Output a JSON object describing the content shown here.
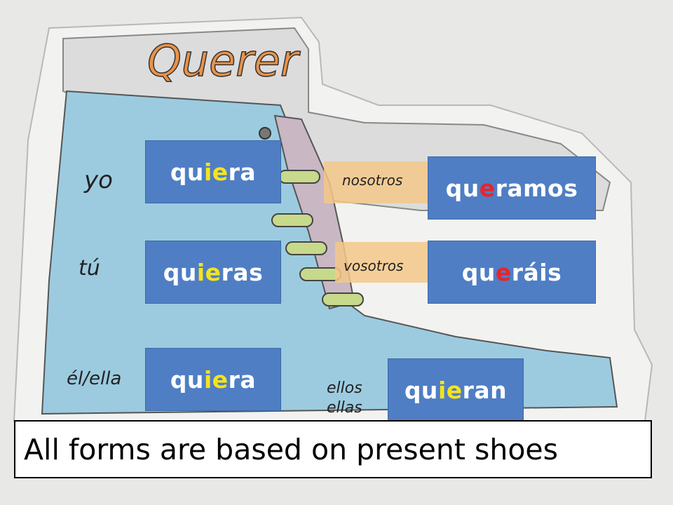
{
  "title": "Querer",
  "pronouns": {
    "yo": "yo",
    "tu": "tú",
    "el_ella": "él/ella",
    "nosotros": "nosotros",
    "vosotros": "vosotros",
    "ellos": "ellos",
    "ellas": "ellas"
  },
  "conjugations": {
    "yo": {
      "pre": "qu",
      "hl": "ie",
      "hl_color": "yellow",
      "post": "ra"
    },
    "tu": {
      "pre": "qu",
      "hl": "ie",
      "hl_color": "yellow",
      "post": "ras"
    },
    "el_ella": {
      "pre": "qu",
      "hl": "ie",
      "hl_color": "yellow",
      "post": "ra"
    },
    "nosotros": {
      "pre": "qu",
      "hl": "e",
      "hl_color": "red",
      "post": "ramos"
    },
    "vosotros": {
      "pre": "qu",
      "hl": "e",
      "hl_color": "red",
      "post": "ráis"
    },
    "ellos": {
      "pre": "qu",
      "hl": "ie",
      "hl_color": "yellow",
      "post": "ran"
    }
  },
  "caption": "All forms are based on present shoes",
  "colors": {
    "box_fill": "#4f7ec4",
    "highlight_yellow": "#f6e41c",
    "highlight_red": "#e8242a",
    "boot_blue": "#9ccbe0",
    "title_orange": "#f09a4a",
    "label_orange": "#f5c888"
  }
}
